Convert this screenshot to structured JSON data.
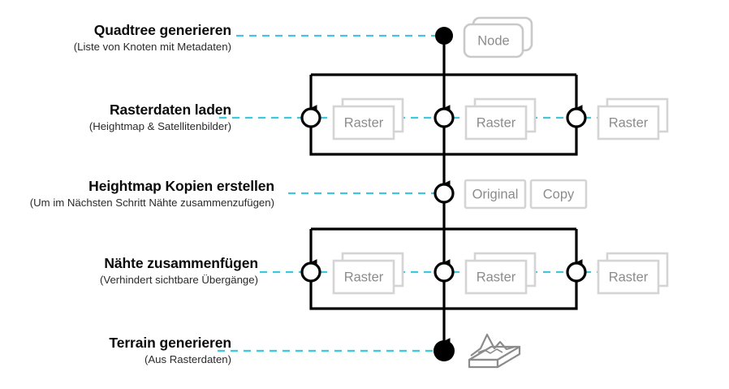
{
  "diagram": {
    "title_implicit": "Terrain Generation Pipeline",
    "colors": {
      "accent_dashed": "#41c6e0",
      "flow_line": "#000000",
      "artifact_outline": "#c9c9c9",
      "artifact_text": "#8c8c8c",
      "label_title": "#0b0b0b",
      "label_subtitle": "#2a2a2a",
      "background": "#ffffff"
    },
    "steps": [
      {
        "id": "quadtree",
        "title": "Quadtree generieren",
        "subtitle": "(Liste von Knoten mit Metadaten)",
        "node_marker": "filled-dot",
        "artifacts": [
          "Node"
        ]
      },
      {
        "id": "rasterdaten-laden",
        "title": "Rasterdaten laden",
        "subtitle": "(Heightmap & Satellitenbilder)",
        "node_marker": "open-circle",
        "artifacts": [
          "Raster",
          "Raster",
          "Raster"
        ]
      },
      {
        "id": "heightmap-kopien",
        "title": "Heightmap Kopien erstellen",
        "subtitle": "(Um im Nächsten Schritt Nähte zusammenzufügen)",
        "node_marker": "open-circle",
        "artifacts": [
          "Original",
          "Copy"
        ]
      },
      {
        "id": "naehte-zusammenfuegen",
        "title": "Nähte zusammenfügen",
        "subtitle": "(Verhindert sichtbare Übergänge)",
        "node_marker": "open-circle",
        "artifacts": [
          "Raster",
          "Raster",
          "Raster"
        ]
      },
      {
        "id": "terrain-generieren",
        "title": "Terrain generieren",
        "subtitle": "(Aus Rasterdaten)",
        "node_marker": "filled-dot",
        "artifacts": [
          "terrain-mesh-icon"
        ]
      }
    ],
    "artifact_labels": {
      "node": "Node",
      "raster": "Raster",
      "original": "Original",
      "copy": "Copy"
    },
    "branch_groups": [
      {
        "for_step": "rasterdaten-laden",
        "lanes": 3
      },
      {
        "for_step": "naehte-zusammenfuegen",
        "lanes": 3
      }
    ]
  }
}
